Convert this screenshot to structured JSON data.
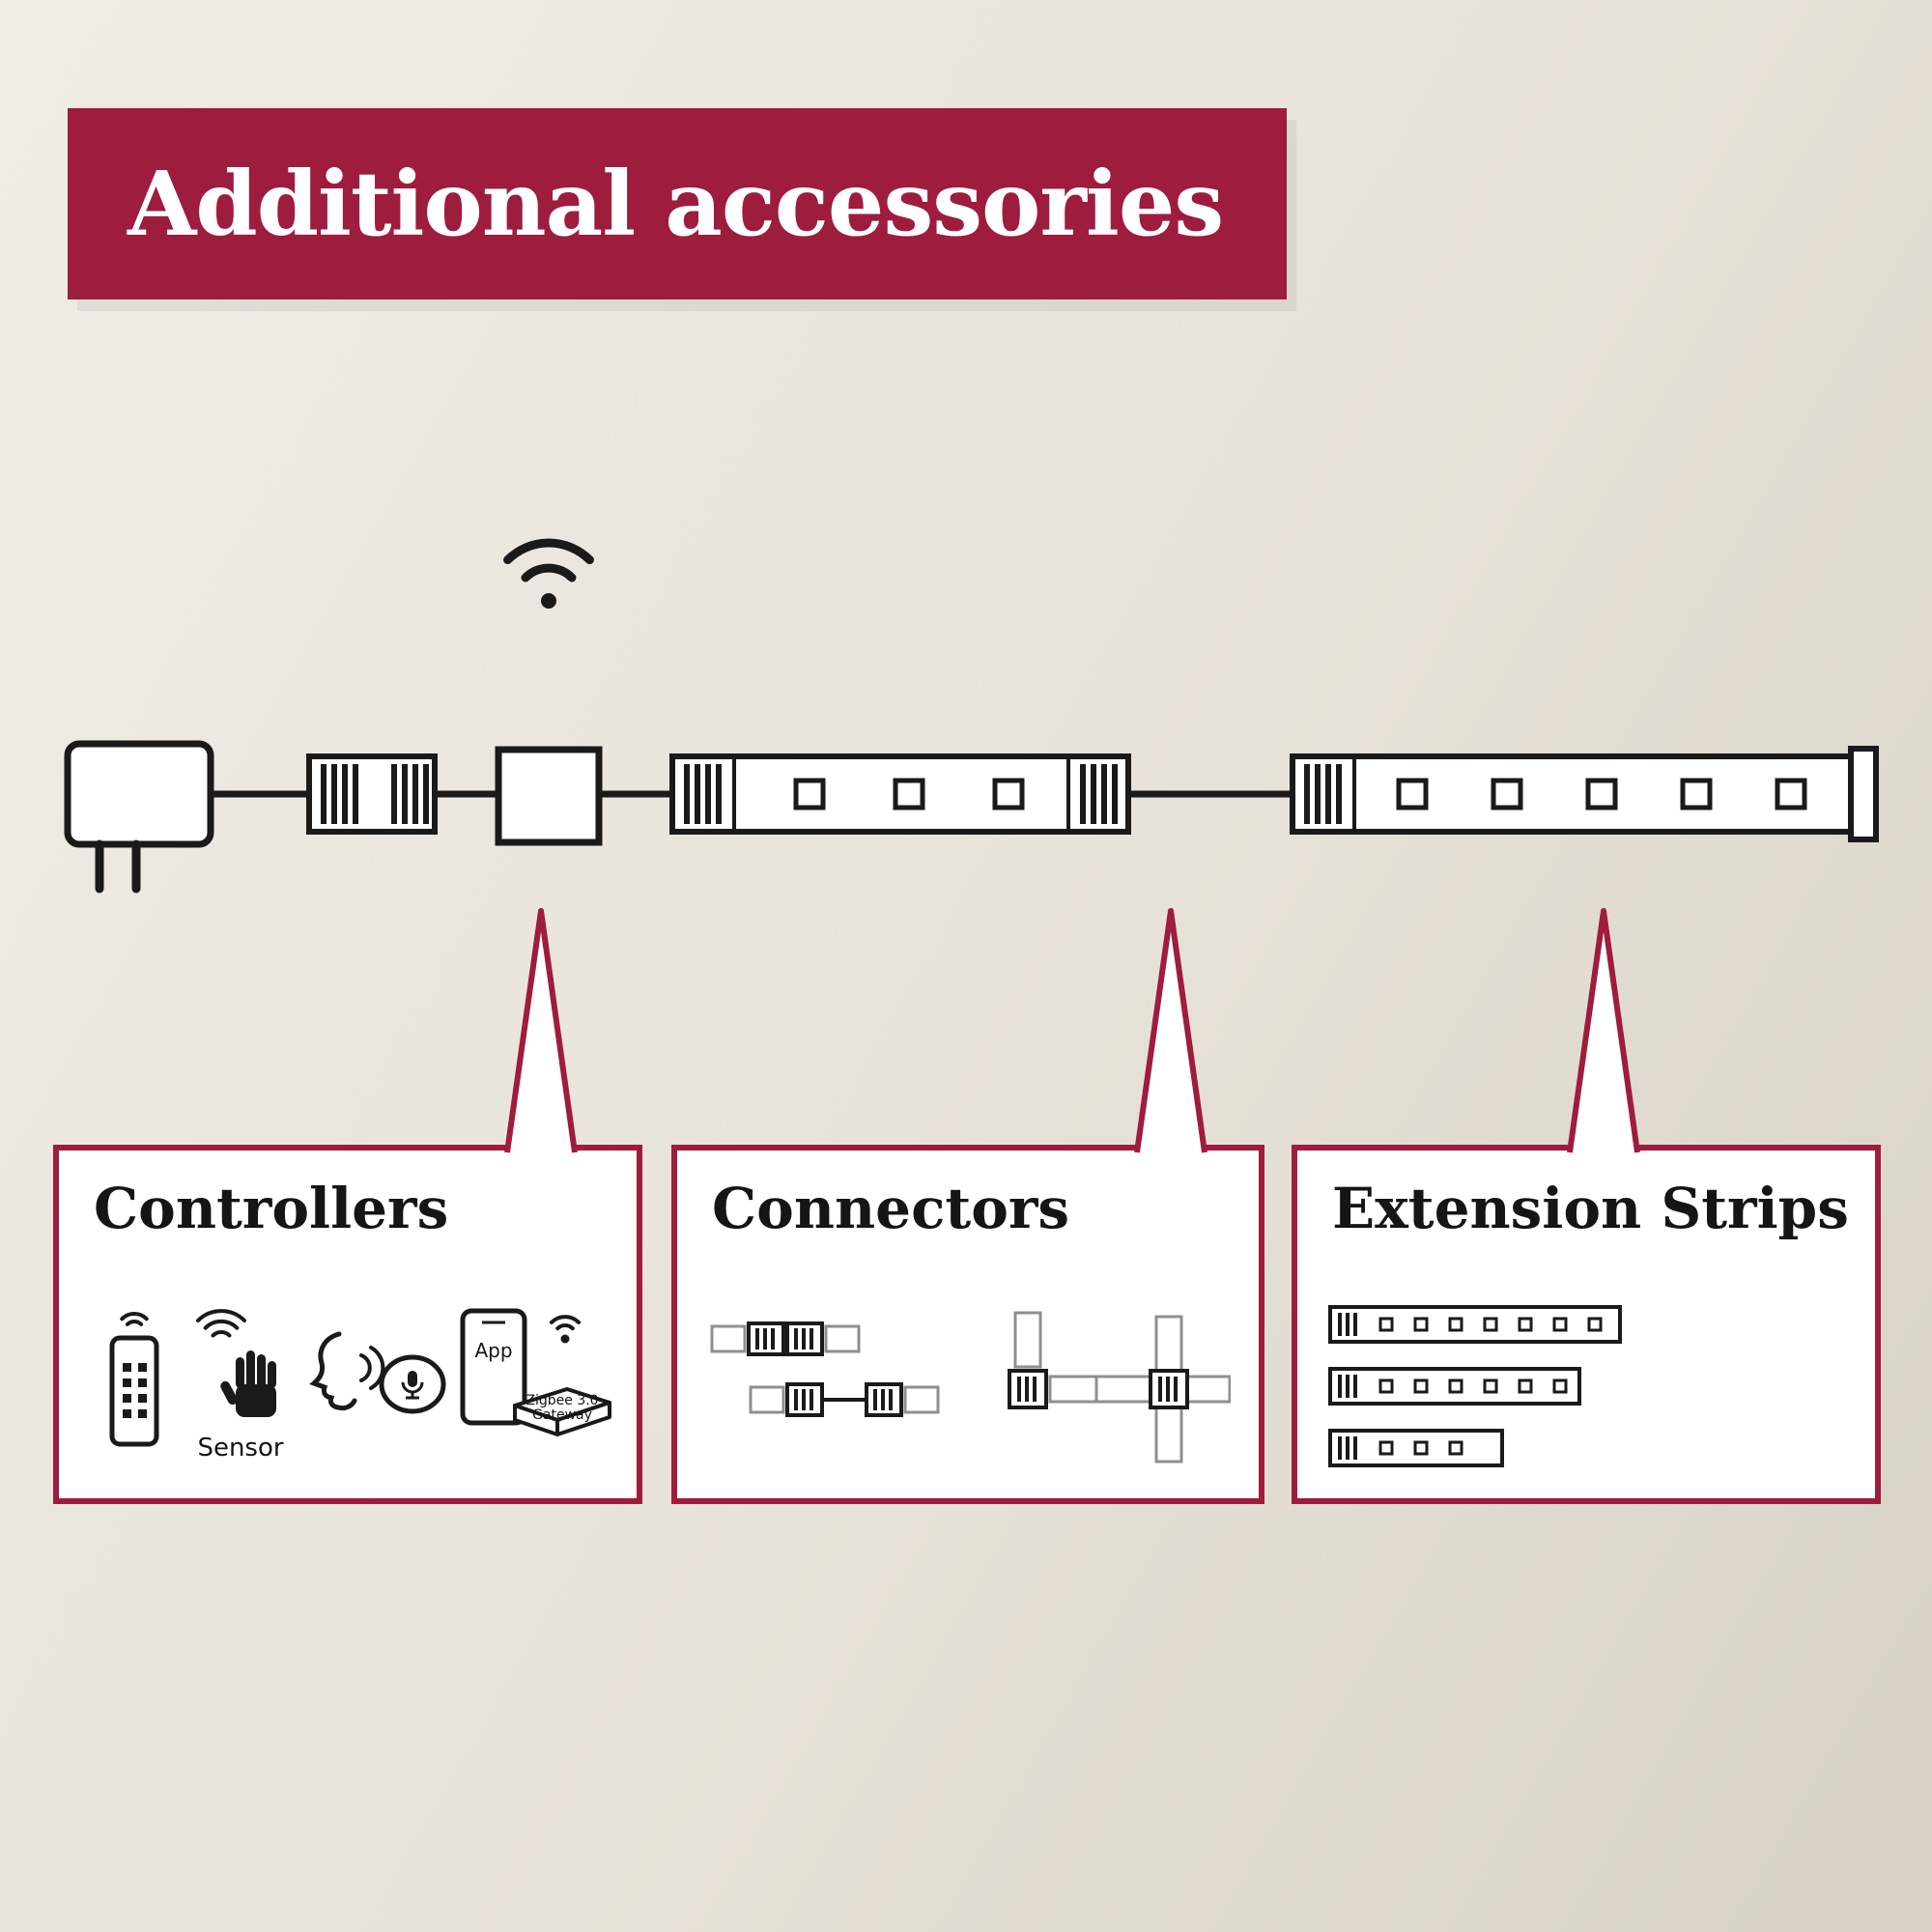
{
  "page": {
    "title": "Additional accessories"
  },
  "colors": {
    "brand": "#9E1C3E",
    "bg_light": "#F0EDE7",
    "bg_dark": "#D7D1C6",
    "line": "#1A1A1A",
    "panel_bg": "#FFFFFF",
    "muted_line": "#8F8F8F",
    "text": "#151515"
  },
  "diagram": {
    "parts": [
      "power-plug-icon",
      "strip-connector-icon",
      "wifi-controller-icon",
      "wifi-signal-icon",
      "led-strip-icon",
      "led-strip-extension-icon",
      "strip-end-cap"
    ]
  },
  "panels": [
    {
      "id": "controllers",
      "title": "Controllers",
      "icons": [
        "remote-control-icon",
        "motion-sensor-icon",
        "voice-control-icon",
        "app-gateway-icon"
      ],
      "labels": {
        "sensor": "Sensor",
        "app": "App",
        "gateway_line1": "Zigbee 3.0",
        "gateway_line2": "Gateway"
      }
    },
    {
      "id": "connectors",
      "title": "Connectors",
      "icons": [
        "cable-connector-icon",
        "corner-connector-icon",
        "cross-connector-icon"
      ]
    },
    {
      "id": "extension-strips",
      "title": "Extension Strips",
      "icons": [
        "led-strip-long-icon",
        "led-strip-medium-icon",
        "led-strip-short-icon"
      ]
    }
  ]
}
